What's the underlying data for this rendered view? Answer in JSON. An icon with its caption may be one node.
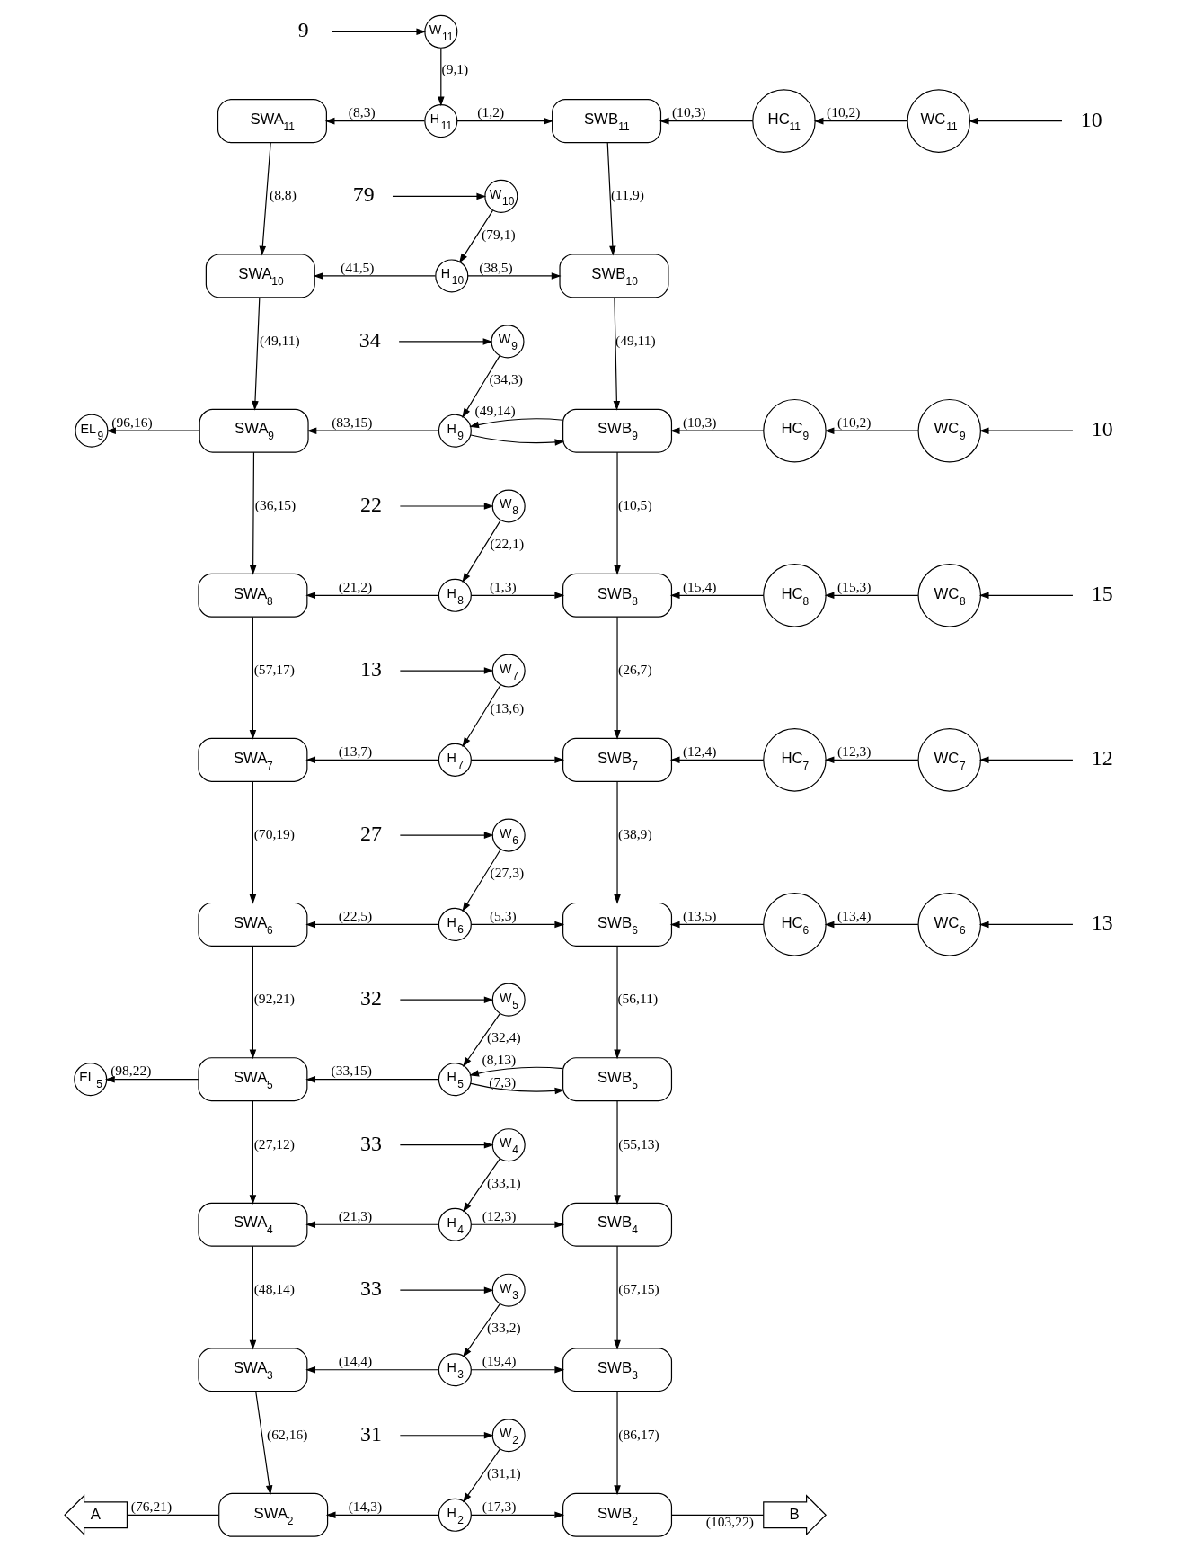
{
  "diagram": {
    "nodes": [
      {
        "text": [
          "9"
        ]
      },
      {
        "text": [
          "W$_{11}$"
        ]
      },
      {
        "text": [
          "SWA$_{11}$"
        ]
      },
      {
        "text": [
          "H$_{11}$"
        ]
      },
      {
        "text": [
          "SWB$_{11}$"
        ]
      },
      {
        "text": [
          "HC$_{11}$"
        ]
      },
      {
        "text": [
          "WC$_{11}$"
        ]
      },
      {
        "text": [
          "10"
        ]
      },
      {
        "text": [
          "79"
        ]
      },
      {
        "text": [
          "W$_{10}$"
        ]
      },
      {
        "text": [
          "SWA$_{10}$"
        ]
      },
      {
        "text": [
          "H$_{10}$"
        ]
      },
      {
        "text": [
          "SWB$_{10}$"
        ]
      },
      {
        "text": [
          "34"
        ]
      },
      {
        "text": [
          "W$_{9}$"
        ]
      },
      {
        "text": [
          "EL$_{9}$"
        ]
      },
      {
        "text": [
          "SWA$_{9}$"
        ]
      },
      {
        "text": [
          "H$_{9}$"
        ]
      },
      {
        "text": [
          "SWB$_{9}$"
        ]
      },
      {
        "text": [
          "HC$_{9}$"
        ]
      },
      {
        "text": [
          "WC$_{9}$"
        ]
      },
      {
        "text": [
          "10"
        ]
      },
      {
        "text": [
          "22"
        ]
      },
      {
        "text": [
          "W$_{8}$"
        ]
      },
      {
        "text": [
          "SWA$_{8}$"
        ]
      },
      {
        "text": [
          "H$_{8}$"
        ]
      },
      {
        "text": [
          "SWB$_{8}$"
        ]
      },
      {
        "text": [
          "HC$_{8}$"
        ]
      },
      {
        "text": [
          "WC$_{8}$"
        ]
      },
      {
        "text": [
          "15"
        ]
      },
      {
        "text": [
          "13"
        ]
      },
      {
        "text": [
          "W$_{7}$"
        ]
      },
      {
        "text": [
          "SWA$_{7}$"
        ]
      },
      {
        "text": [
          "H$_{7}$"
        ]
      },
      {
        "text": [
          "SWB$_{7}$"
        ]
      },
      {
        "text": [
          "HC$_{7}$"
        ]
      },
      {
        "text": [
          "WC$_{7}$"
        ]
      },
      {
        "text": [
          "12"
        ]
      },
      {
        "text": [
          "27"
        ]
      },
      {
        "text": [
          "W$_{6}$"
        ]
      },
      {
        "text": [
          "SWA$_{6}$"
        ]
      },
      {
        "text": [
          "H$_{6}$"
        ]
      },
      {
        "text": [
          "SWB$_{6}$"
        ]
      },
      {
        "text": [
          "HC$_{6}$"
        ]
      },
      {
        "text": [
          "WC$_{6}$"
        ]
      },
      {
        "text": [
          "13"
        ]
      },
      {
        "text": [
          "32"
        ]
      },
      {
        "text": [
          "W$_{5}$"
        ]
      },
      {
        "text": [
          "EL$_{5}$"
        ]
      },
      {
        "text": [
          "SWA$_{5}$"
        ]
      },
      {
        "text": [
          "H$_{5}$"
        ]
      },
      {
        "text": [
          "SWB$_{5}$"
        ]
      },
      {
        "text": [
          "33"
        ]
      },
      {
        "text": [
          "W$_{4}$"
        ]
      },
      {
        "text": [
          "SWA$_{4}$"
        ]
      },
      {
        "text": [
          "H$_{4}$"
        ]
      },
      {
        "text": [
          "SWB$_{4}$"
        ]
      },
      {
        "text": [
          "33"
        ]
      },
      {
        "text": [
          "W$_{3}$"
        ]
      },
      {
        "text": [
          "SWA$_{3}$"
        ]
      },
      {
        "text": [
          "H$_{3}$"
        ]
      },
      {
        "text": [
          "SWB$_{3}$"
        ]
      },
      {
        "text": [
          "31"
        ]
      },
      {
        "text": [
          "W$_{2}$"
        ]
      },
      {
        "text": [
          "A"
        ]
      },
      {
        "text": [
          "SWA$_{2}$"
        ]
      },
      {
        "text": [
          "H$_{2}$"
        ]
      },
      {
        "text": [
          "SWB$_{2}$"
        ]
      },
      {
        "text": [
          "B"
        ]
      }
    ],
    "edges": [
      {
        "from": 0,
        "to": 1,
        "arrow": "to"
      },
      {
        "from": 1,
        "to": 3,
        "arrow": "to",
        "label": "(9,1)"
      },
      {
        "from": 3,
        "to": 2,
        "arrow": "to",
        "label": "(8,3)"
      },
      {
        "from": 3,
        "to": 4,
        "arrow": "to",
        "label": "(1,2)"
      },
      {
        "from": 5,
        "to": 4,
        "arrow": "to",
        "label": "(10,3)"
      },
      {
        "from": 6,
        "to": 5,
        "arrow": "to",
        "label": "(10,2)"
      },
      {
        "from": 7,
        "to": 6,
        "arrow": "to"
      },
      {
        "from": 2,
        "to": 10,
        "arrow": "to",
        "label": "(8,8)"
      },
      {
        "from": 4,
        "to": 12,
        "arrow": "to",
        "label": "(11,9)"
      },
      {
        "from": 8,
        "to": 9,
        "arrow": "to"
      },
      {
        "from": 9,
        "to": 11,
        "arrow": "to",
        "label": "(79,1)"
      },
      {
        "from": 11,
        "to": 10,
        "arrow": "to",
        "label": "(41,5)"
      },
      {
        "from": 11,
        "to": 12,
        "arrow": "to",
        "label": "(38,5)"
      },
      {
        "from": 10,
        "to": 16,
        "arrow": "to",
        "label": "(49,11)"
      },
      {
        "from": 12,
        "to": 18,
        "arrow": "to",
        "label": "(49,11)"
      },
      {
        "from": 13,
        "to": 14,
        "arrow": "to"
      },
      {
        "from": 14,
        "to": 17,
        "arrow": "to",
        "label": "(34,3)"
      },
      {
        "from": 17,
        "to": 16,
        "arrow": "to",
        "label": "(83,15)"
      },
      {
        "from": 17,
        "to": 18,
        "arrow": "to"
      },
      {
        "from": 18,
        "to": 17,
        "arrow": "to",
        "label": "(49,14)"
      },
      {
        "from": 19,
        "to": 18,
        "arrow": "to",
        "label": "(10,3)"
      },
      {
        "from": 20,
        "to": 19,
        "arrow": "to",
        "label": "(10,2)"
      },
      {
        "from": 21,
        "to": 20,
        "arrow": "to"
      },
      {
        "from": 16,
        "to": 15,
        "arrow": "to",
        "label": "(96,16)"
      },
      {
        "from": 16,
        "to": 24,
        "arrow": "to",
        "label": "(36,15)"
      },
      {
        "from": 18,
        "to": 26,
        "arrow": "to",
        "label": "(10,5)"
      },
      {
        "from": 22,
        "to": 23,
        "arrow": "to"
      },
      {
        "from": 23,
        "to": 25,
        "arrow": "to",
        "label": "(22,1)"
      },
      {
        "from": 25,
        "to": 24,
        "arrow": "to",
        "label": "(21,2)"
      },
      {
        "from": 25,
        "to": 26,
        "arrow": "to",
        "label": "(1,3)"
      },
      {
        "from": 27,
        "to": 26,
        "arrow": "to",
        "label": "(15,4)"
      },
      {
        "from": 28,
        "to": 27,
        "arrow": "to",
        "label": "(15,3)"
      },
      {
        "from": 29,
        "to": 28,
        "arrow": "to"
      },
      {
        "from": 24,
        "to": 32,
        "arrow": "to",
        "label": "(57,17)"
      },
      {
        "from": 26,
        "to": 34,
        "arrow": "to",
        "label": "(26,7)"
      },
      {
        "from": 30,
        "to": 31,
        "arrow": "to"
      },
      {
        "from": 31,
        "to": 33,
        "arrow": "to",
        "label": "(13,6)"
      },
      {
        "from": 33,
        "to": 32,
        "arrow": "to",
        "label": "(13,7)"
      },
      {
        "from": 33,
        "to": 34,
        "arrow": "to"
      },
      {
        "from": 35,
        "to": 34,
        "arrow": "to",
        "label": "(12,4)"
      },
      {
        "from": 36,
        "to": 35,
        "arrow": "to",
        "label": "(12,3)"
      },
      {
        "from": 37,
        "to": 36,
        "arrow": "to"
      },
      {
        "from": 32,
        "to": 40,
        "arrow": "to",
        "label": "(70,19)"
      },
      {
        "from": 34,
        "to": 42,
        "arrow": "to",
        "label": "(38,9)"
      },
      {
        "from": 38,
        "to": 39,
        "arrow": "to"
      },
      {
        "from": 39,
        "to": 41,
        "arrow": "to",
        "label": "(27,3)"
      },
      {
        "from": 41,
        "to": 40,
        "arrow": "to",
        "label": "(22,5)"
      },
      {
        "from": 41,
        "to": 42,
        "arrow": "to",
        "label": "(5,3)"
      },
      {
        "from": 43,
        "to": 42,
        "arrow": "to",
        "label": "(13,5)"
      },
      {
        "from": 44,
        "to": 43,
        "arrow": "to",
        "label": "(13,4)"
      },
      {
        "from": 45,
        "to": 44,
        "arrow": "to"
      },
      {
        "from": 40,
        "to": 49,
        "arrow": "to",
        "label": "(92,21)"
      },
      {
        "from": 42,
        "to": 51,
        "arrow": "to",
        "label": "(56,11)"
      },
      {
        "from": 46,
        "to": 47,
        "arrow": "to"
      },
      {
        "from": 47,
        "to": 50,
        "arrow": "to",
        "label": "(32,4)"
      },
      {
        "from": 50,
        "to": 49,
        "arrow": "to",
        "label": "(33,15)"
      },
      {
        "from": 50,
        "to": 51,
        "arrow": "to",
        "label": "(7,3)"
      },
      {
        "from": 51,
        "to": 50,
        "arrow": "to",
        "label": "(8,13)"
      },
      {
        "from": 49,
        "to": 48,
        "arrow": "to",
        "label": "(98,22)"
      },
      {
        "from": 49,
        "to": 54,
        "arrow": "to",
        "label": "(27,12)"
      },
      {
        "from": 51,
        "to": 56,
        "arrow": "to",
        "label": "(55,13)"
      },
      {
        "from": 52,
        "to": 53,
        "arrow": "to"
      },
      {
        "from": 53,
        "to": 55,
        "arrow": "to",
        "label": "(33,1)"
      },
      {
        "from": 55,
        "to": 54,
        "arrow": "to",
        "label": "(21,3)"
      },
      {
        "from": 55,
        "to": 56,
        "arrow": "to",
        "label": "(12,3)"
      },
      {
        "from": 54,
        "to": 59,
        "arrow": "to",
        "label": "(48,14)"
      },
      {
        "from": 56,
        "to": 61,
        "arrow": "to",
        "label": "(67,15)"
      },
      {
        "from": 57,
        "to": 58,
        "arrow": "to"
      },
      {
        "from": 58,
        "to": 60,
        "arrow": "to",
        "label": "(33,2)"
      },
      {
        "from": 60,
        "to": 59,
        "arrow": "to",
        "label": "(14,4)"
      },
      {
        "from": 60,
        "to": 61,
        "arrow": "to",
        "label": "(19,4)"
      },
      {
        "from": 59,
        "to": 65,
        "arrow": "to",
        "label": "(62,16)"
      },
      {
        "from": 61,
        "to": 67,
        "arrow": "to",
        "label": "(86,17)"
      },
      {
        "from": 62,
        "to": 63,
        "arrow": "to"
      },
      {
        "from": 63,
        "to": 66,
        "arrow": "to",
        "label": "(31,1)"
      },
      {
        "from": 66,
        "to": 65,
        "arrow": "to",
        "label": "(14,3)"
      },
      {
        "from": 66,
        "to": 67,
        "arrow": "to",
        "label": "(17,3)"
      },
      {
        "from": 65,
        "to": 64,
        "arrow": "none",
        "label": "(76,21)"
      },
      {
        "from": 67,
        "to": 68,
        "arrow": "none",
        "label": "(103,22)"
      }
    ]
  }
}
